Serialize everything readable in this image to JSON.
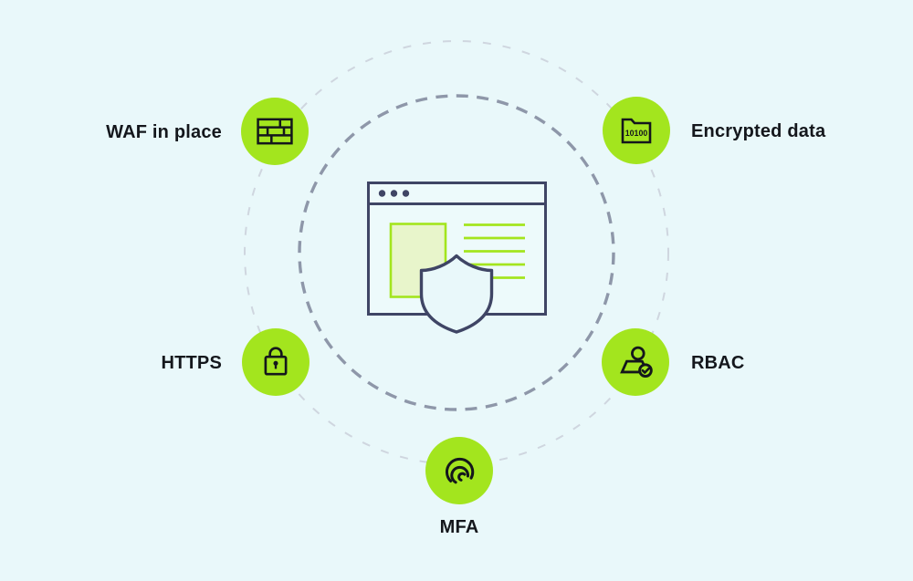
{
  "diagram_title": "web-security-features",
  "colors": {
    "background": "#e9f8fa",
    "accent_green": "#a3e51e",
    "light_green_fill": "#e8f5cb",
    "icon_stroke": "#14171c",
    "illustration_stroke": "#3f4565",
    "outer_ring": "#cfd6df",
    "inner_ring": "#8e97a9",
    "label_color": "#14171c"
  },
  "center_illustration": {
    "name": "protected-browser-window-with-shield"
  },
  "nodes": [
    {
      "id": "waf",
      "label": "WAF in place",
      "icon": "brick-wall-icon",
      "position": "upper-left"
    },
    {
      "id": "encrypted-data",
      "label": "Encrypted data",
      "icon": "folder-binary-icon",
      "icon_text": "10100",
      "position": "upper-right"
    },
    {
      "id": "https",
      "label": "HTTPS",
      "icon": "padlock-icon",
      "position": "lower-left"
    },
    {
      "id": "rbac",
      "label": "RBAC",
      "icon": "user-check-icon",
      "position": "lower-right"
    },
    {
      "id": "mfa",
      "label": "MFA",
      "icon": "fingerprint-icon",
      "position": "bottom"
    }
  ]
}
